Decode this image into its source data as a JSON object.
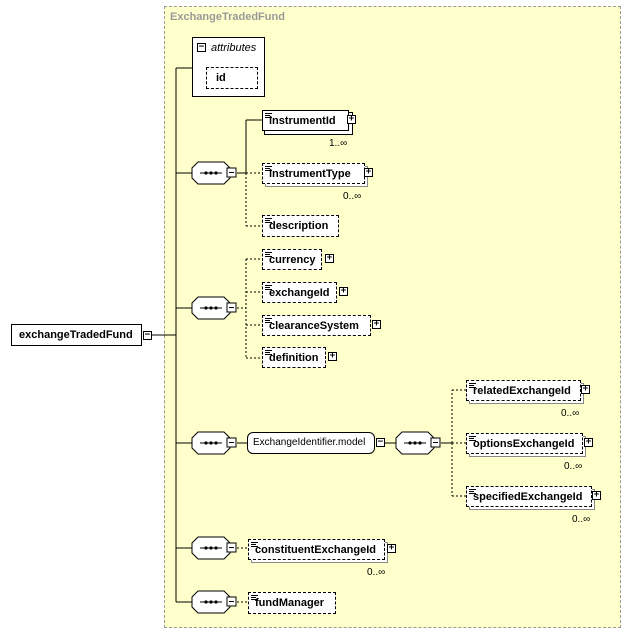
{
  "diagram": {
    "container_title": "ExchangeTradedFund",
    "root": "exchangeTradedFund",
    "attributes": {
      "title": "attributes",
      "items": [
        "id"
      ]
    },
    "group1": [
      {
        "name": "instrumentId",
        "card": "1..∞"
      },
      {
        "name": "instrumentType",
        "card": "0..∞"
      },
      {
        "name": "description",
        "card": ""
      }
    ],
    "group2": [
      {
        "name": "currency"
      },
      {
        "name": "exchangeId"
      },
      {
        "name": "clearanceSystem"
      },
      {
        "name": "definition"
      }
    ],
    "model": {
      "name": "ExchangeIdentifier.model",
      "items": [
        {
          "name": "relatedExchangeId",
          "card": "0..∞"
        },
        {
          "name": "optionsExchangeId",
          "card": "0..∞"
        },
        {
          "name": "specifiedExchangeId",
          "card": "0..∞"
        }
      ]
    },
    "constituent": {
      "name": "constituentExchangeId",
      "card": "0..∞"
    },
    "manager": {
      "name": "fundManager"
    }
  }
}
